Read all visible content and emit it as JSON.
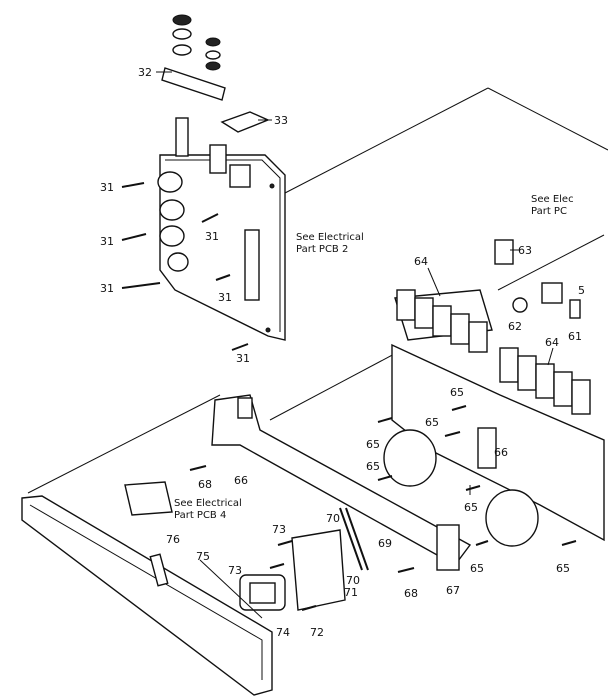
{
  "callouts": [
    {
      "id": "32",
      "text": "32"
    },
    {
      "id": "33",
      "text": "33"
    },
    {
      "id": "31a",
      "text": "31"
    },
    {
      "id": "31b",
      "text": "31"
    },
    {
      "id": "31c",
      "text": "31"
    },
    {
      "id": "31d",
      "text": "31"
    },
    {
      "id": "31e",
      "text": "31"
    },
    {
      "id": "31f",
      "text": "31"
    },
    {
      "id": "64a",
      "text": "64"
    },
    {
      "id": "64b",
      "text": "64"
    },
    {
      "id": "63",
      "text": "63"
    },
    {
      "id": "62",
      "text": "62"
    },
    {
      "id": "61",
      "text": "61"
    },
    {
      "id": "5x",
      "text": "5"
    },
    {
      "id": "65a",
      "text": "65"
    },
    {
      "id": "65b",
      "text": "65"
    },
    {
      "id": "65c",
      "text": "65"
    },
    {
      "id": "65d",
      "text": "65"
    },
    {
      "id": "65e",
      "text": "65"
    },
    {
      "id": "65f",
      "text": "65"
    },
    {
      "id": "65g",
      "text": "65"
    },
    {
      "id": "66a",
      "text": "66"
    },
    {
      "id": "66b",
      "text": "66"
    },
    {
      "id": "68a",
      "text": "68"
    },
    {
      "id": "68b",
      "text": "68"
    },
    {
      "id": "67",
      "text": "67"
    },
    {
      "id": "69",
      "text": "69"
    },
    {
      "id": "70a",
      "text": "70"
    },
    {
      "id": "70b",
      "text": "70"
    },
    {
      "id": "71",
      "text": "71"
    },
    {
      "id": "72",
      "text": "72"
    },
    {
      "id": "73a",
      "text": "73"
    },
    {
      "id": "73b",
      "text": "73"
    },
    {
      "id": "74",
      "text": "74"
    },
    {
      "id": "75",
      "text": "75"
    },
    {
      "id": "76",
      "text": "76"
    }
  ],
  "notes": {
    "pcb2_line1": "See Electrical",
    "pcb2_line2": "Part PCB 2",
    "pcb4_line1": "See Electrical",
    "pcb4_line2": "Part PCB 4",
    "right_line1": "See Elec",
    "right_line2": "Part PC"
  }
}
